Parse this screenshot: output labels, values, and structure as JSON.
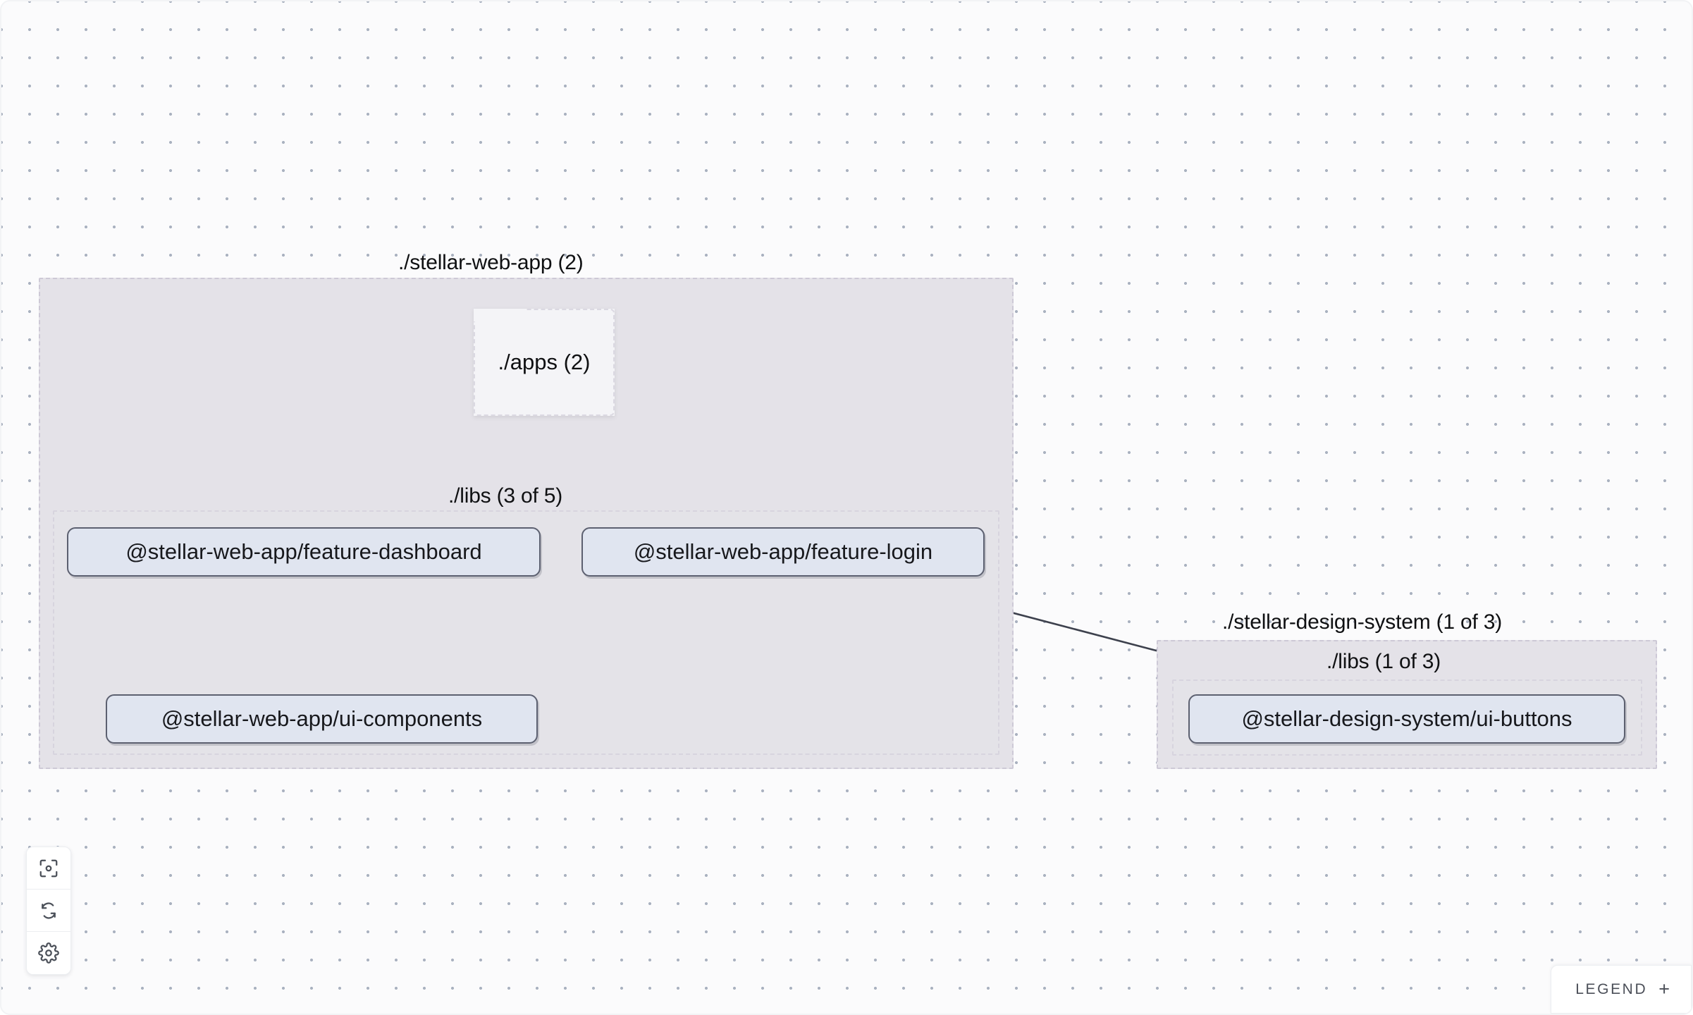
{
  "canvas": {
    "background_color": "#fbfbfc",
    "dot_color": "#aab2c0"
  },
  "groups": [
    {
      "id": "stellar-web-app",
      "label": "./stellar-web-app (2)",
      "fill": "#e4e2e8",
      "border": "#cdc9d6"
    },
    {
      "id": "stellar-design-system",
      "label": "./stellar-design-system (1 of 3)",
      "fill": "#e4e2e8",
      "border": "#cdc9d6"
    }
  ],
  "subgroups": [
    {
      "id": "web-app-libs",
      "label": "./libs (3 of 5)"
    },
    {
      "id": "design-system-libs",
      "label": "./libs (1 of 3)"
    }
  ],
  "folders": [
    {
      "id": "apps-folder",
      "label": "./apps (2)"
    }
  ],
  "nodes": [
    {
      "id": "feature-dashboard",
      "label": "@stellar-web-app/feature-dashboard"
    },
    {
      "id": "feature-login",
      "label": "@stellar-web-app/feature-login"
    },
    {
      "id": "ui-components",
      "label": "@stellar-web-app/ui-components"
    },
    {
      "id": "ui-buttons",
      "label": "@stellar-design-system/ui-buttons"
    }
  ],
  "edges": [
    {
      "from": "apps-folder",
      "to": "feature-dashboard",
      "style": "dashed"
    },
    {
      "from": "apps-folder",
      "to": "feature-login",
      "style": "dashed"
    },
    {
      "from": "feature-dashboard",
      "to": "ui-components",
      "style": "solid"
    },
    {
      "from": "feature-login",
      "to": "ui-components",
      "style": "solid"
    },
    {
      "from": "feature-login",
      "to": "ui-buttons",
      "style": "solid"
    }
  ],
  "controls": {
    "focus": {
      "icon": "focus-target-icon",
      "label": "Focus graph"
    },
    "refresh": {
      "icon": "refresh-icon",
      "label": "Refresh graph"
    },
    "settings": {
      "icon": "gear-icon",
      "label": "Graph settings"
    }
  },
  "legend": {
    "label": "LEGEND",
    "expand_glyph": "+"
  }
}
